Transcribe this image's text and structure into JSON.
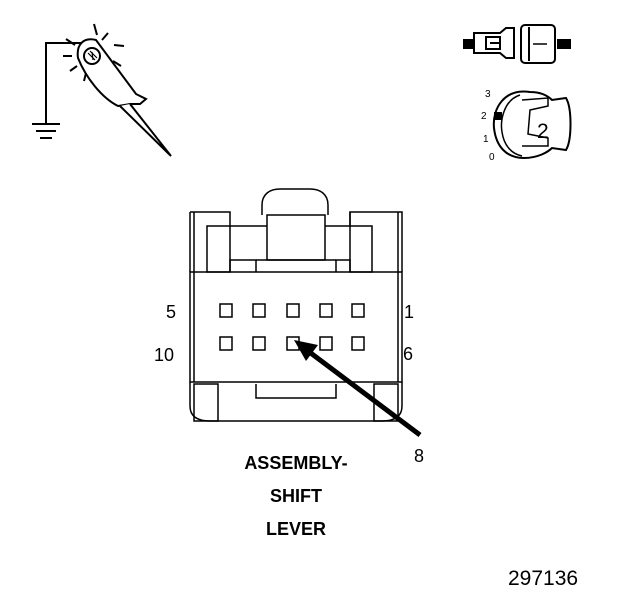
{
  "pin_labels": {
    "top_left": "5",
    "top_right": "1",
    "bottom_left": "10",
    "bottom_right": "6"
  },
  "callout_label": "8",
  "assembly_label": {
    "line1": "ASSEMBLY-",
    "line2": "SHIFT",
    "line3": "LEVER"
  },
  "key_position": {
    "numbers": [
      "3",
      "2",
      "1",
      "0"
    ],
    "key_label": "2"
  },
  "figure_number": "297136"
}
